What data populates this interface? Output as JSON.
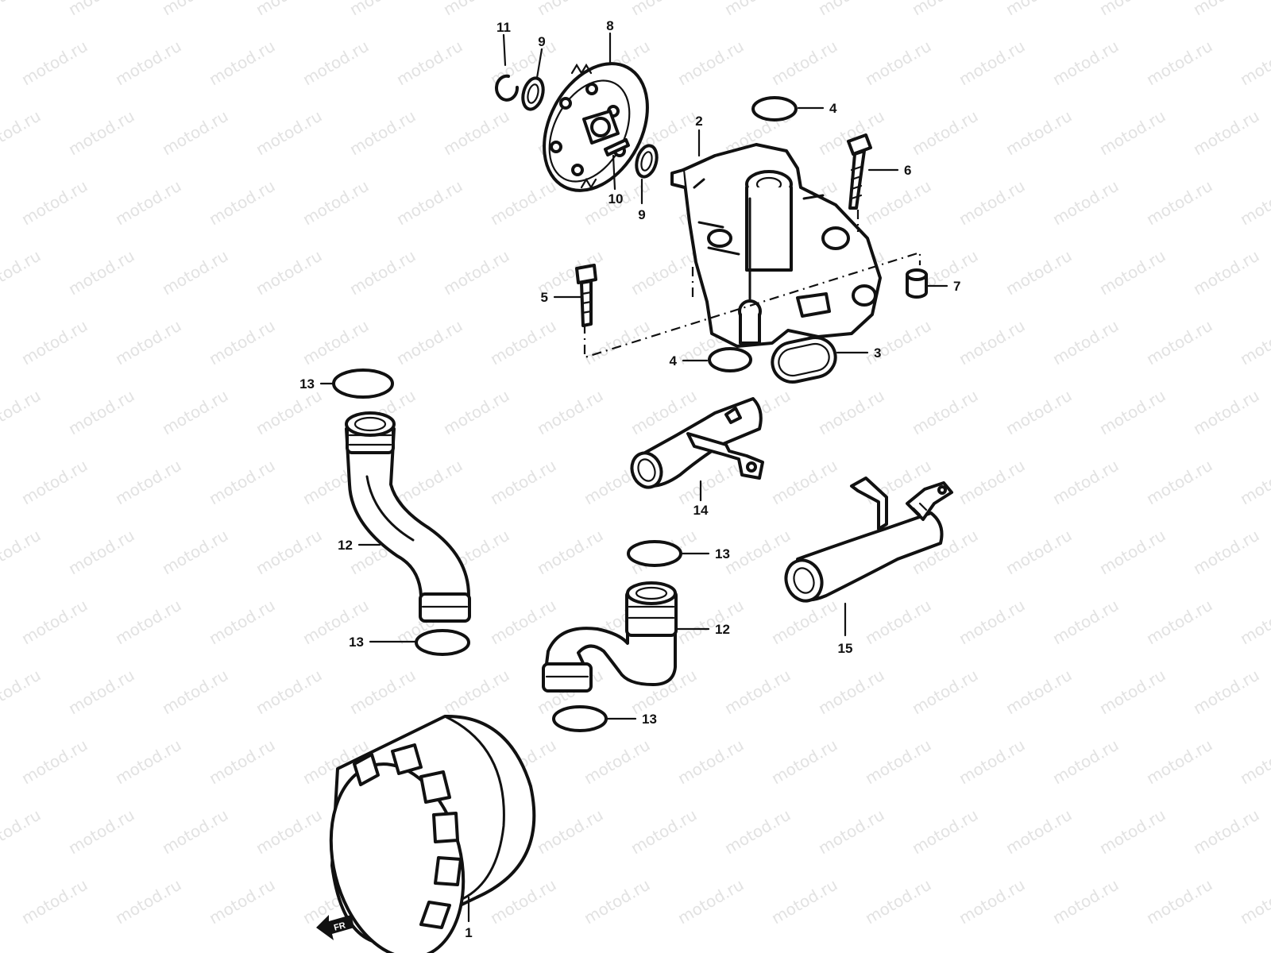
{
  "watermark": "motod.ru",
  "callouts": {
    "p1": "1",
    "p2": "2",
    "p3": "3",
    "p4a": "4",
    "p4b": "4",
    "p5": "5",
    "p6": "6",
    "p7": "7",
    "p8": "8",
    "p9a": "9",
    "p9b": "9",
    "p10": "10",
    "p11": "11",
    "p12a": "12",
    "p12b": "12",
    "p13a": "13",
    "p13b": "13",
    "p13c": "13",
    "p13d": "13",
    "p14": "14",
    "p15": "15"
  },
  "front_arrow": "FR",
  "icons": {
    "front": "front-arrow-icon"
  }
}
